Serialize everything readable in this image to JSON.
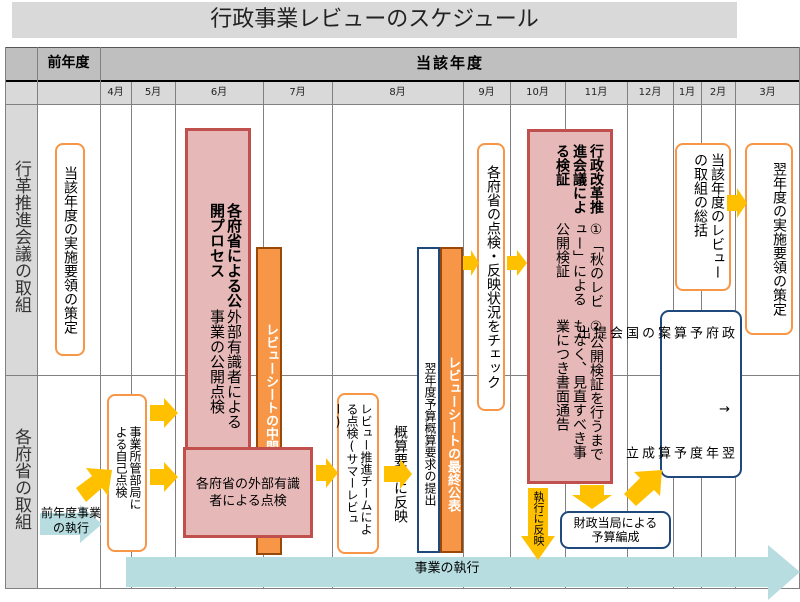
{
  "title": "行政事業レビューのスケジュール",
  "header": {
    "prev_year": "前年度",
    "current_year": "当該年度",
    "months": [
      "4月",
      "5月",
      "6月",
      "7月",
      "8月",
      "9月",
      "10月",
      "11月",
      "12月",
      "1月",
      "2月",
      "3月"
    ]
  },
  "rows": [
    {
      "label": "行革推進会議の取組"
    },
    {
      "label": "各府省の取組"
    }
  ],
  "boxes": {
    "prev_year_guidelines": "当該年度の実施要領の策定",
    "public_process_title": "各府省による公開プロセス",
    "public_process_body": "外部有識者による事業の公開点検",
    "interim_publication": "レビューシートの中間公表",
    "self_check": "事業所管部局による自己点検",
    "external_check": "各府省の外部有識者による点検",
    "summer_review": "レビュー推進チームによる点検(サマーレビュー)",
    "reflect_budget_request": "概算要求に反映",
    "budget_request_submission": "翌年度予算概算要求の提出",
    "final_publication": "レビューシートの最終公表",
    "check_status": "各府省の点検・反映状況をチェック",
    "verification_title": "行政改革推進会議による検証",
    "verification_item1": "①「秋のレビュー」による公開検証",
    "verification_item2": "②公開検証を行うまでもなく、見直すべき事業につき書面通告",
    "reflect_execution": "執行に反映",
    "budget_compilation": "財政当局による予算編成",
    "submit_to_diet": "政府予算案の国会提出",
    "arrow_glyph": "→",
    "budget_enacted": "翌年度予算成立",
    "summary_review": "当該年度のレビューの取組の総括",
    "next_year_guidelines": "翌年度の実施要領の策定",
    "prev_year_execution": "前年度事業の執行",
    "project_execution": "事業の執行"
  },
  "colors": {
    "orange_border": "#f79646",
    "red_border": "#c0504d",
    "red_fill": "#e6b9b8",
    "orange_fill": "#f79646",
    "navy_border": "#1f497d",
    "arrow_yellow": "#ffc000",
    "execution_teal": "#b7dde1",
    "header_grey": "#bfbfbf",
    "subheader_grey": "#d9d9d9"
  }
}
